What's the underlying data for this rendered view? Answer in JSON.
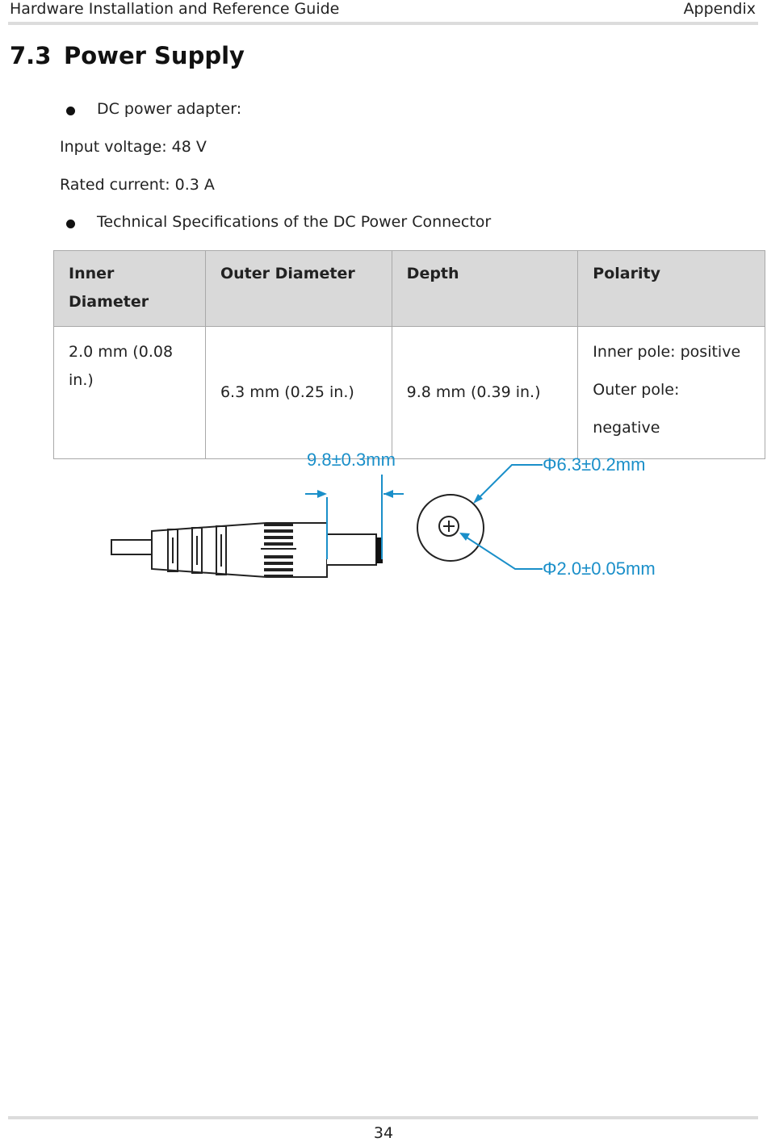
{
  "header": {
    "left": "Hardware Installation and Reference Guide",
    "right": "Appendix"
  },
  "section": {
    "number": "7.3",
    "title": "Power Supply"
  },
  "body": {
    "bullet1": "DC power adapter:",
    "input_voltage": "Input voltage: 48 V",
    "rated_current": "Rated current: 0.3 A",
    "bullet2": "Technical Specifications of the DC Power Connector"
  },
  "table": {
    "headers": [
      "Inner Diameter",
      "Outer Diameter",
      "Depth",
      "Polarity"
    ],
    "row": {
      "inner_diameter": "2.0 mm (0.08 in.)",
      "outer_diameter": "6.3 mm (0.25 in.)",
      "depth": "9.8 mm (0.39 in.)",
      "polarity_inner": "Inner pole: positive",
      "polarity_outer": "Outer pole: negative"
    }
  },
  "figure": {
    "depth_label": "9.8±0.3mm",
    "outer_label": "Φ6.3±0.2mm",
    "inner_label": "Φ2.0±0.05mm",
    "accent_color": "#1a8fc9"
  },
  "footer": {
    "page_number": "34"
  }
}
